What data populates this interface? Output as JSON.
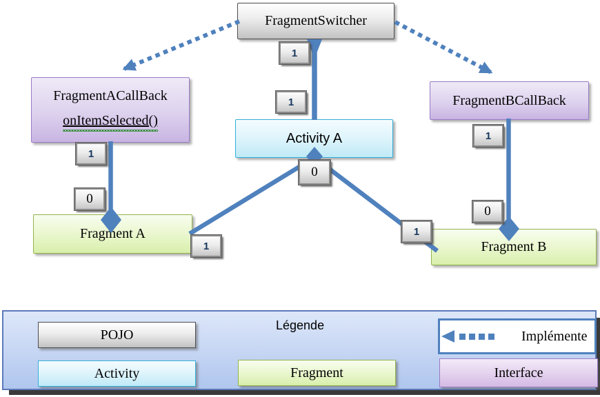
{
  "diagram": {
    "nodes": {
      "fragment_switcher": {
        "label": "FragmentSwitcher",
        "kind": "pojo"
      },
      "fragment_a_callback": {
        "name": "FragmentACallBack",
        "method": "onItemSelected()",
        "kind": "interface"
      },
      "fragment_b_callback": {
        "label": "FragmentBCallBack",
        "kind": "interface"
      },
      "activity_a": {
        "label": "Activity A",
        "kind": "activity"
      },
      "fragment_a": {
        "label": "Fragment A",
        "kind": "fragment"
      },
      "fragment_b": {
        "label": "Fragment B",
        "kind": "fragment"
      }
    },
    "multiplicities": {
      "below_switcher": "1",
      "above_activity_a": "1",
      "below_callback_a": "1",
      "above_fragment_a": "0",
      "below_activity_a": "0",
      "right_of_fragment_a": "1",
      "left_of_fragment_b": "1",
      "below_callback_b": "1",
      "above_fragment_b": "0"
    },
    "relations": [
      {
        "from": "FragmentSwitcher",
        "to": "FragmentACallBack",
        "type": "implements"
      },
      {
        "from": "FragmentSwitcher",
        "to": "FragmentBCallBack",
        "type": "implements"
      },
      {
        "from": "FragmentSwitcher",
        "to": "Activity A",
        "type": "composition",
        "multiplicity": "1"
      },
      {
        "from": "FragmentACallBack",
        "to": "Fragment A",
        "type": "composition",
        "multiplicity": "1..0"
      },
      {
        "from": "FragmentBCallBack",
        "to": "Fragment B",
        "type": "composition",
        "multiplicity": "1..0"
      },
      {
        "from": "Activity A",
        "to": "Fragment A",
        "type": "composition",
        "multiplicity": "0..1"
      },
      {
        "from": "Activity A",
        "to": "Fragment B",
        "type": "composition",
        "multiplicity": "0..1"
      }
    ]
  },
  "legend": {
    "title": "Légende",
    "implements_label": "Implémente",
    "items": [
      {
        "label": "POJO",
        "kind": "pojo"
      },
      {
        "label": "Activity",
        "kind": "activity"
      },
      {
        "label": "Fragment",
        "kind": "fragment"
      },
      {
        "label": "Interface",
        "kind": "interface"
      }
    ]
  },
  "colors": {
    "connector_blue": "#4f81bd",
    "pojo_fill": "#c9c9c9",
    "interface_fill": "#cdb8e4",
    "activity_fill": "#c3ebf8",
    "fragment_fill": "#dcf0ae",
    "legend_panel_fill": "#bfd2f2",
    "spellcheck_wave": "#1e8a1e"
  }
}
